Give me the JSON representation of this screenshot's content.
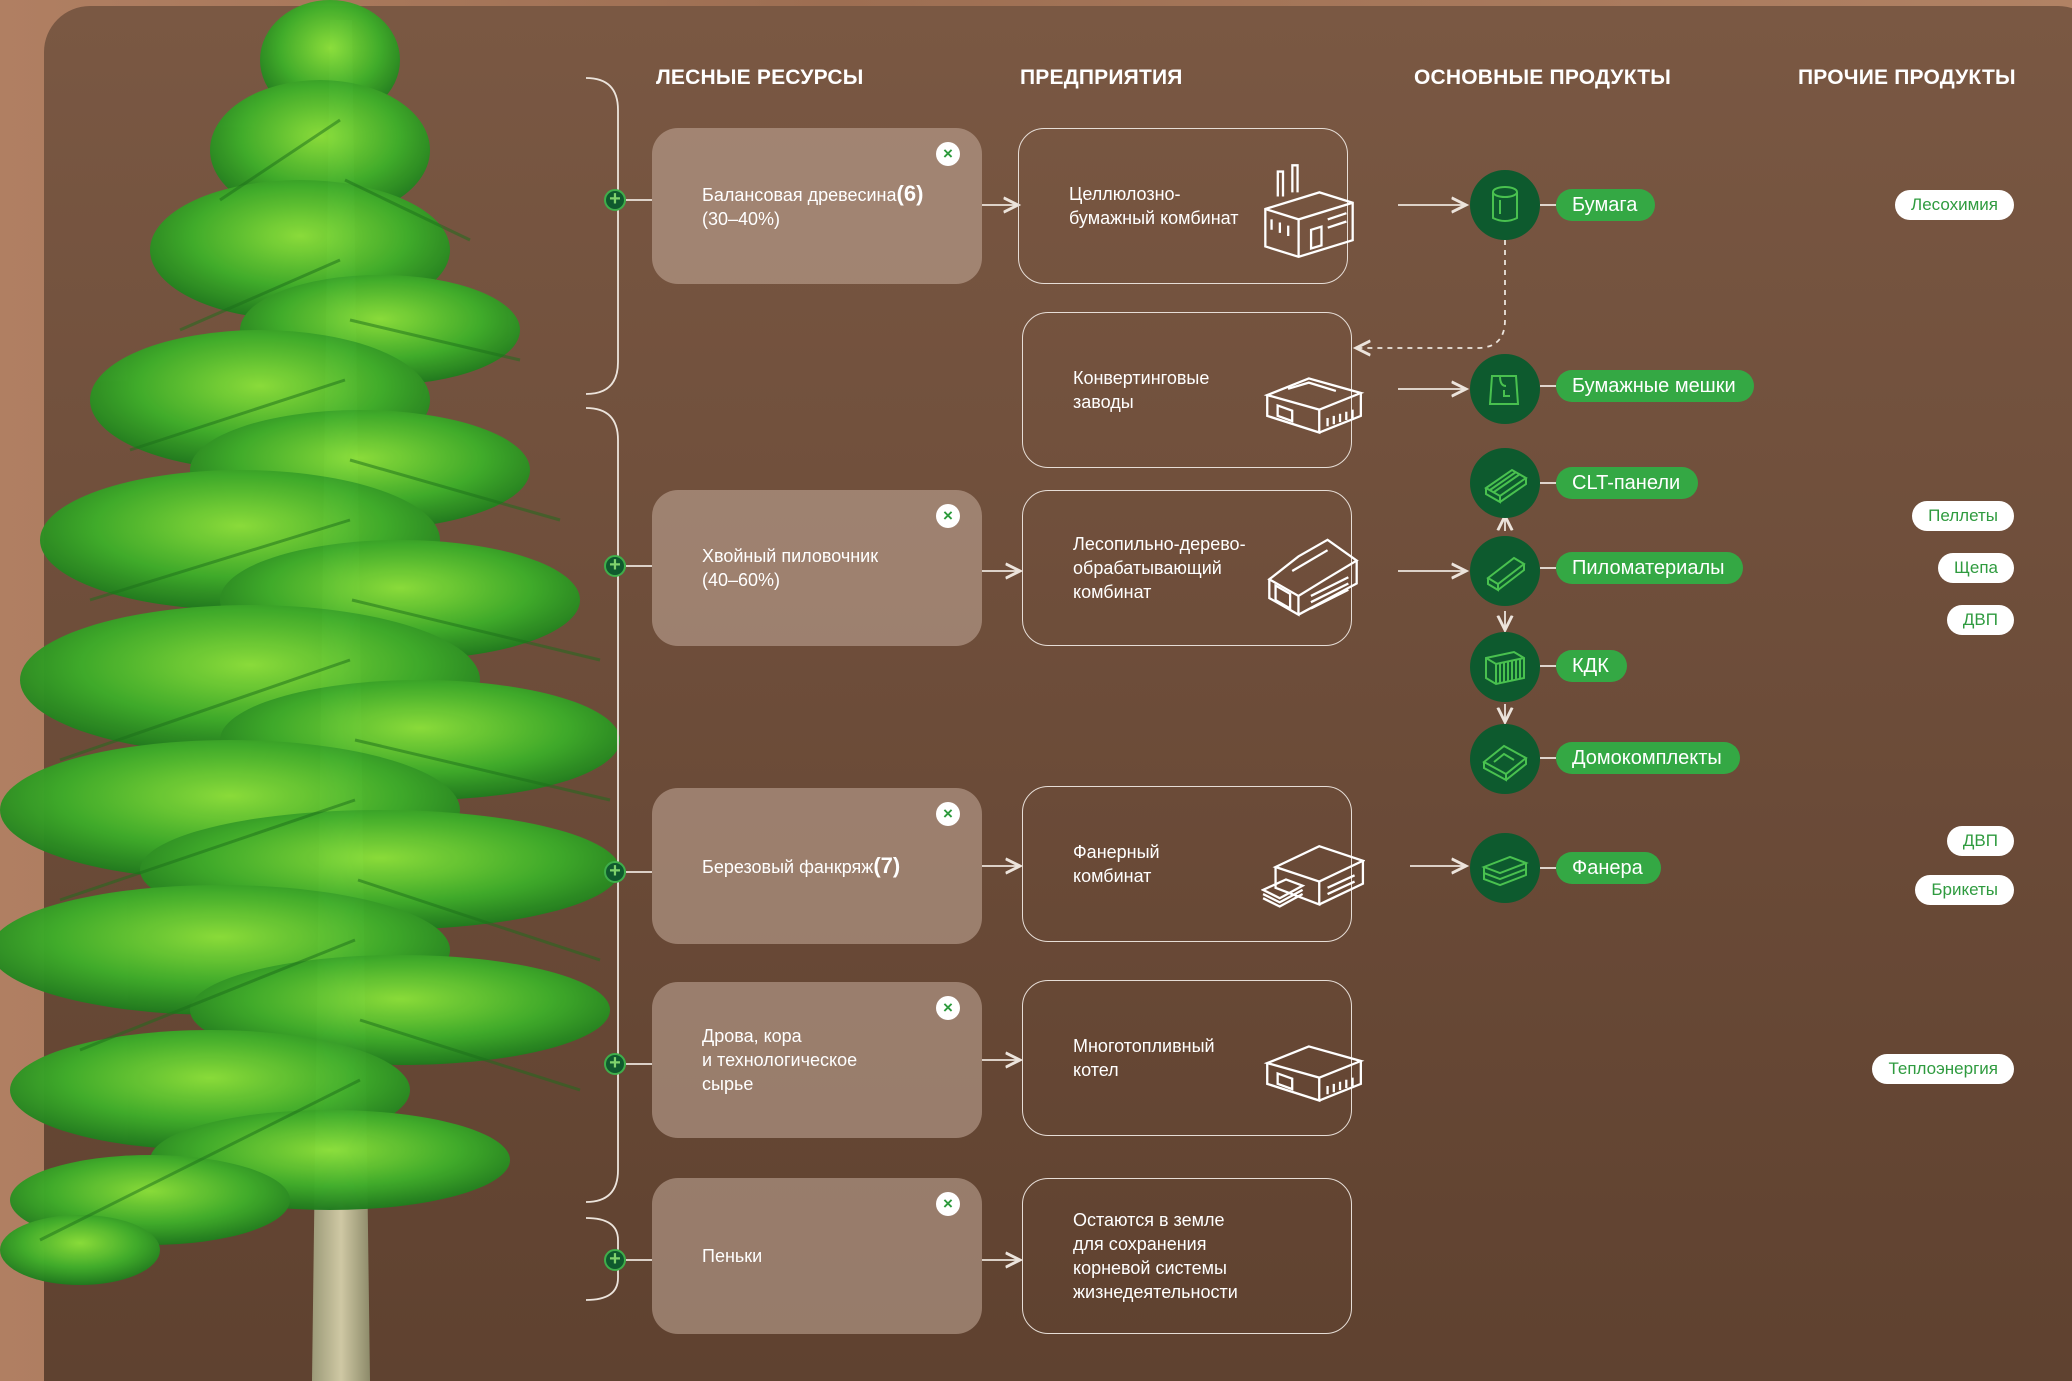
{
  "columns": {
    "resources": "ЛЕСНЫЕ РЕСУРСЫ",
    "enterprises": "ПРЕДПРИЯТИЯ",
    "main_products": "ОСНОВНЫЕ ПРОДУКТЫ",
    "other_products": "ПРОЧИЕ ПРОДУКТЫ"
  },
  "resources": [
    {
      "label": "Балансовая древесина",
      "number": "(6)",
      "share": "(30–40%)"
    },
    {
      "label": "Хвойный пиловочник\n(40–60%)"
    },
    {
      "label": "Березовый фанкряж",
      "number": "(7)"
    },
    {
      "label": "Дрова, кора\nи технологическое\nсырье"
    },
    {
      "label": "Пеньки"
    }
  ],
  "remove_icon": "×",
  "add_icon": "+",
  "enterprises": [
    {
      "label": "Целлюлозно-\nбумажный комбинат",
      "icon": "pulp-mill-icon"
    },
    {
      "label": "Конвертинговые\nзаводы",
      "icon": "converting-plant-icon"
    },
    {
      "label": "Лесопильно-дерево-\nобрабатывающий\nкомбинат",
      "icon": "sawmill-icon"
    },
    {
      "label": "Фанерный\nкомбинат",
      "icon": "plywood-mill-icon"
    },
    {
      "label": "Многотопливный\nкотел",
      "icon": "boiler-icon"
    },
    {
      "label": "Остаются в земле\nдля сохранения\nкорневой системы\nжизнедеятельности"
    }
  ],
  "main_products": [
    {
      "label": "Бумага",
      "icon": "paper-roll-icon"
    },
    {
      "label": "Бумажные мешки",
      "icon": "paper-bag-icon"
    },
    {
      "label": "CLT-панели",
      "icon": "clt-panel-icon"
    },
    {
      "label": "Пиломатериалы",
      "icon": "lumber-icon"
    },
    {
      "label": "КДК",
      "icon": "glued-timber-icon"
    },
    {
      "label": "Домокомплекты",
      "icon": "house-kit-icon"
    },
    {
      "label": "Фанера",
      "icon": "plywood-icon"
    }
  ],
  "other_products": [
    "Лесохимия",
    "Пеллеты",
    "Щепа",
    "ДВП",
    "ДВП",
    "Брикеты",
    "Теплоэнергия"
  ],
  "colors": {
    "background": "#6b4b38",
    "accent_green": "#34a844",
    "product_circle": "#0d5a2e"
  }
}
